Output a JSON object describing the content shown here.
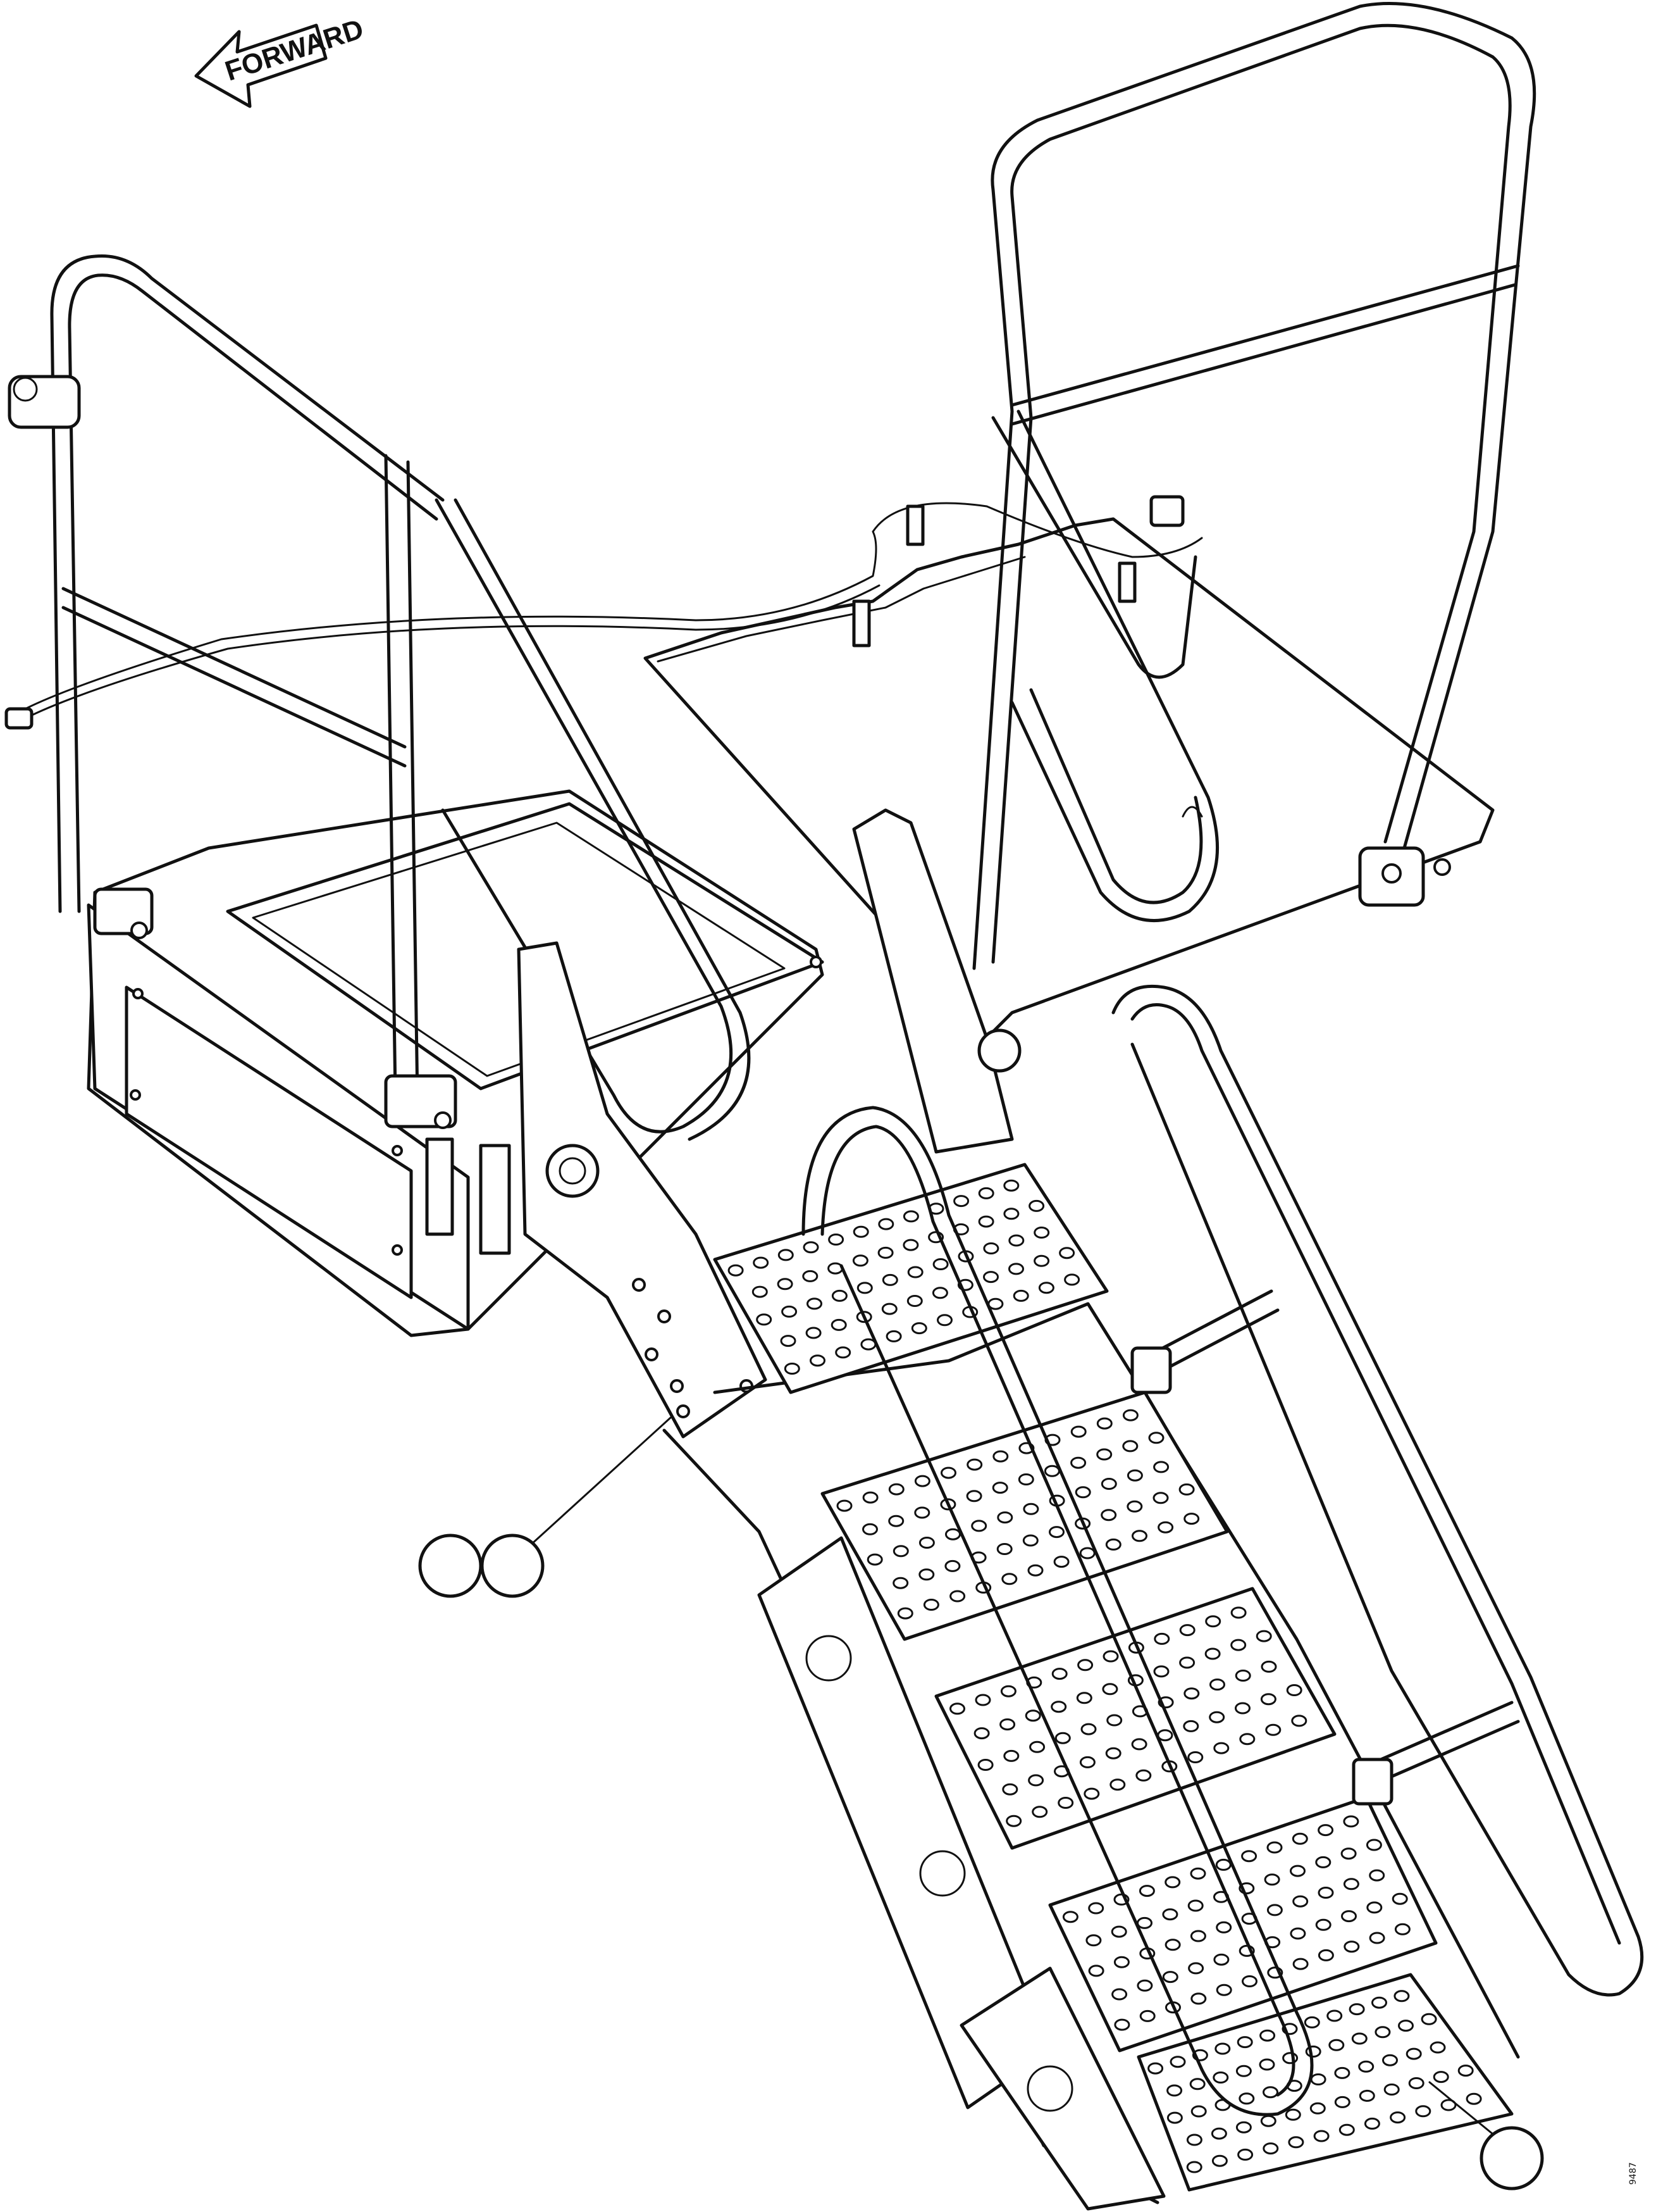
{
  "diagram": {
    "orientation_arrow": {
      "label": "FORWARD"
    },
    "callouts": [
      {
        "id": "callout-1",
        "label": ""
      },
      {
        "id": "callout-2",
        "label": ""
      },
      {
        "id": "callout-3",
        "label": ""
      }
    ],
    "drawing_ref": "9487"
  }
}
